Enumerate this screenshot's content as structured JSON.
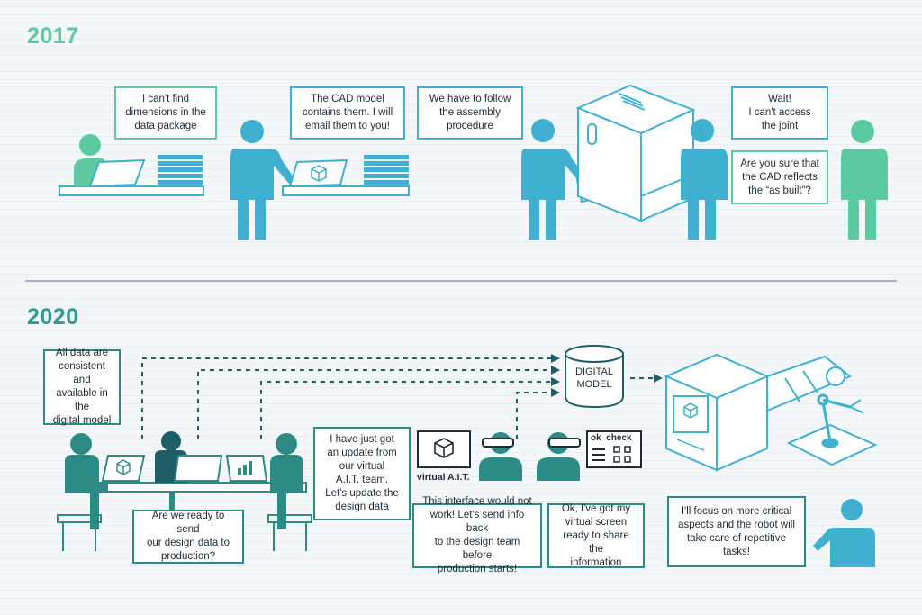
{
  "years": {
    "first": "2017",
    "second": "2020"
  },
  "bubbles_2017": {
    "cant_find": "I can't find\ndimensions in the\ndata package",
    "cad_model": "The CAD model\ncontains them. I will\nemail them to you!",
    "assembly": "We have to follow\nthe assembly\nprocedure",
    "wait": "Wait!\nI can't access\nthe joint",
    "as_built": "Are you sure that\nthe CAD reflects\nthe “as built”?"
  },
  "bubbles_2020": {
    "all_data": "All data are\nconsistent and\navailable in the\ndigital model",
    "update": "I have just got\nan update from\nour virtual\nA.I.T. team.\nLet's update the\ndesign data",
    "ready_send": "Are we ready to send\nour design data to\nproduction?",
    "interface": "This interface would not\nwork! Let's send info back\nto the design team before\nproduction starts!",
    "virtual_screen": "Ok, I've got my\nvirtual screen\nready to share the\ninformation",
    "robot": "I'll focus on more critical\naspects and the robot will\ntake care of repetitive\ntasks!"
  },
  "labels": {
    "digital_model": "DIGITAL\nMODEL",
    "virtual_ait": "virtual A.I.T.",
    "ok_check": "ok  check"
  },
  "colors": {
    "mint": "#5ccaa0",
    "sky": "#3fb0cf",
    "teal": "#2e8a85",
    "dark_teal": "#1f5e66",
    "navy": "#1f2b36"
  }
}
